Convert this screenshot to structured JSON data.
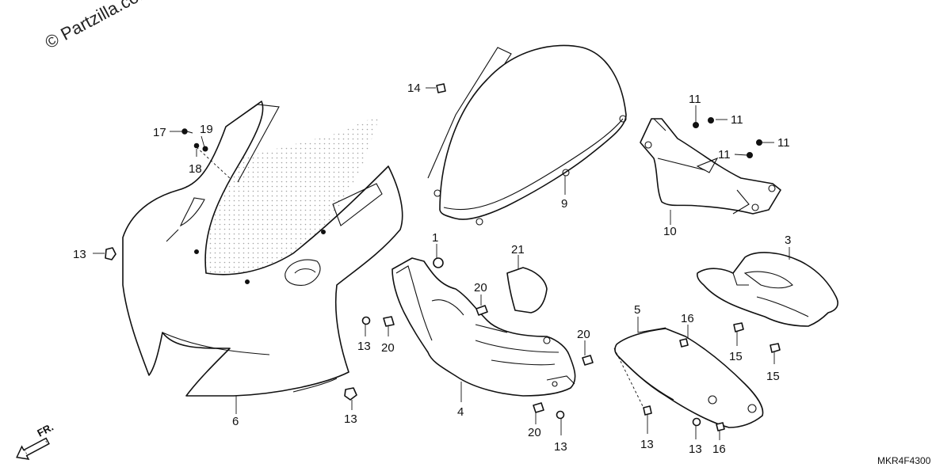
{
  "watermark": "© Partzilla.com",
  "diagram_code": "MKR4F4300",
  "direction_label": "FR.",
  "callouts": {
    "c1": "1",
    "c3": "3",
    "c4": "4",
    "c5": "5",
    "c6": "6",
    "c9": "9",
    "c10": "10",
    "c11a": "11",
    "c11b": "11",
    "c11c": "11",
    "c11d": "11",
    "c13a": "13",
    "c13b": "13",
    "c13c": "13",
    "c13d": "13",
    "c13e": "13",
    "c13f": "13",
    "c14": "14",
    "c15a": "15",
    "c15b": "15",
    "c16a": "16",
    "c16b": "16",
    "c17": "17",
    "c18": "18",
    "c19": "19",
    "c20a": "20",
    "c20b": "20",
    "c20c": "20",
    "c20d": "20",
    "c21": "21"
  }
}
